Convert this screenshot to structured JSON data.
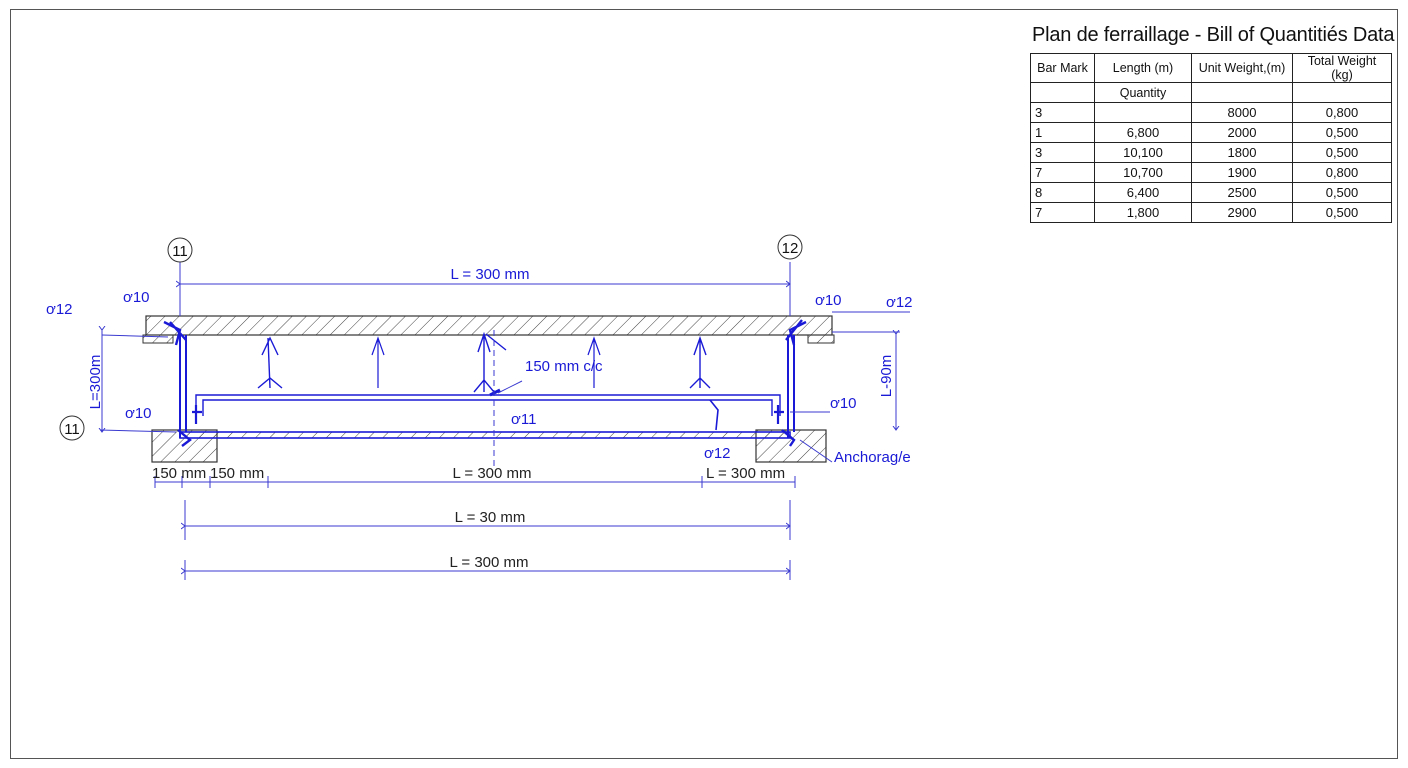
{
  "title": "Plan de ferraillage - Bill of Quantitiés Data",
  "table": {
    "headers": [
      "Bar Mark",
      "Length (m)",
      "Unit Weight,(m)",
      "Total Weight (kg)"
    ],
    "subheader": [
      "",
      "Quantity",
      "",
      ""
    ],
    "rows": [
      [
        "3",
        "",
        "8000",
        "0,800"
      ],
      [
        "1",
        "6,800",
        "2000",
        "0,500"
      ],
      [
        "3",
        "10,100",
        "1800",
        "0,500"
      ],
      [
        "7",
        "10,700",
        "1900",
        "0,800"
      ],
      [
        "8",
        "6,400",
        "2500",
        "0,500"
      ],
      [
        "7",
        "1,800",
        "2900",
        "0,500"
      ]
    ]
  },
  "drawing": {
    "grid_left": "11",
    "grid_right": "12",
    "grid_bottom_left": "11",
    "top_dim": "L = 300 mm",
    "bar_top_left_outer": "ơ12",
    "bar_top_left_inner": "ơ10",
    "bar_top_right_inner": "ơ10",
    "bar_top_right_outer": "ơ12",
    "left_height": "L=300m",
    "right_height": "L-90m",
    "spacing": "150 mm c/c",
    "bar_mid": "ơ11",
    "bar_bottom_left": "ơ10",
    "bar_right_lower": "ơ10",
    "bar_bottom_right": "ơ12",
    "anchorage": "Anchorag/e",
    "dim_bottom_a": "150 mm",
    "dim_bottom_b": "150 mm",
    "dim_bottom_mid": "L = 300 mm",
    "dim_bottom_right": "L = 300 mm",
    "dim_overall_1": "L = 30 mm",
    "dim_overall_2": "L = 300 mm"
  },
  "colors": {
    "rebar": "#1a1ad6",
    "dimension": "#3a3ad0",
    "concrete": "#444444"
  }
}
